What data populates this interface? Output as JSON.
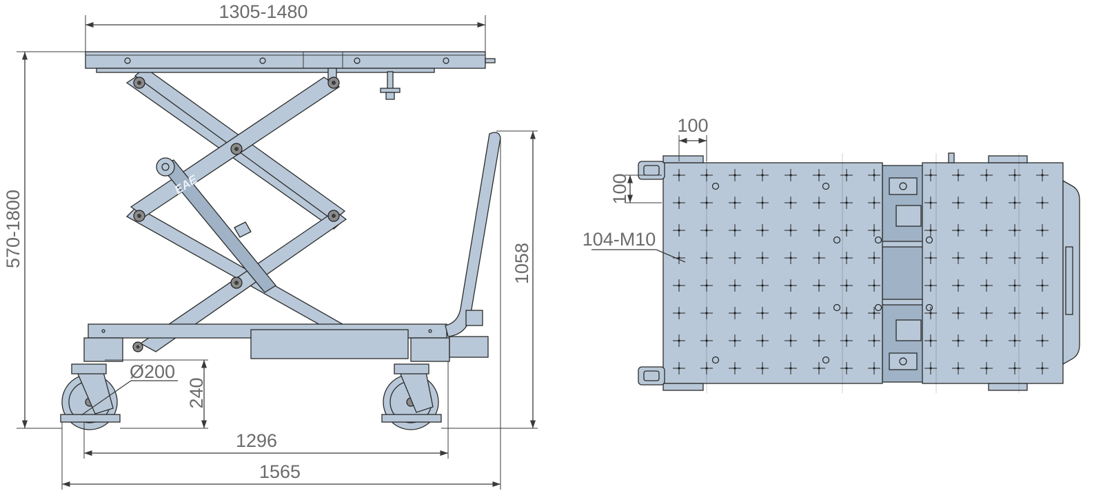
{
  "side_view": {
    "dimensions": {
      "platform_length": "1305-1480",
      "total_height": "570-1800",
      "handle_height": "1058",
      "wheel_diameter": "Ø200",
      "wheel_mount_height": "240",
      "wheelbase": "1296",
      "overall_length": "1565"
    },
    "logo_text": "EAE"
  },
  "top_view": {
    "dimensions": {
      "hole_pitch_x": "100",
      "hole_pitch_y": "100",
      "hole_callout": "104-M10"
    }
  },
  "colors": {
    "part_fill": "#b8c8d8",
    "line": "#2a2a2a",
    "dim_text": "#6b6b6b"
  }
}
